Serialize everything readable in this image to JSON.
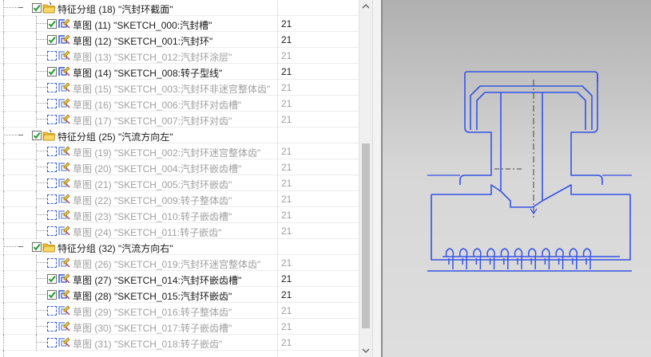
{
  "tree": {
    "rows": [
      {
        "kind": "group",
        "label": "特征分组 (18) \"汽封环截面\"",
        "num": "",
        "active": true
      },
      {
        "kind": "sketch",
        "label": "草图 (11) \"SKETCH_000:汽封槽\"",
        "num": "21",
        "active": true,
        "checked": true
      },
      {
        "kind": "sketch",
        "label": "草图 (12) \"SKETCH_001:汽封环\"",
        "num": "21",
        "active": true,
        "checked": true
      },
      {
        "kind": "sketch",
        "label": "草图 (13) \"SKETCH_012:汽封环涂层\"",
        "num": "21",
        "active": false,
        "checked": false
      },
      {
        "kind": "sketch",
        "label": "草图 (14) \"SKETCH_008:转子型线\"",
        "num": "21",
        "active": true,
        "checked": true
      },
      {
        "kind": "sketch",
        "label": "草图 (15) \"SKETCH_003:汽封环非迷宫整体齿\"",
        "num": "21",
        "active": false,
        "checked": false
      },
      {
        "kind": "sketch",
        "label": "草图 (16) \"SKETCH_006:汽封环对齿槽\"",
        "num": "21",
        "active": false,
        "checked": false
      },
      {
        "kind": "sketch",
        "label": "草图 (17) \"SKETCH_007:汽封环对齿\"",
        "num": "21",
        "active": false,
        "checked": false
      },
      {
        "kind": "group",
        "label": "特征分组 (25) \"汽流方向左\"",
        "num": "",
        "active": true
      },
      {
        "kind": "sketch",
        "label": "草图 (19) \"SKETCH_002:汽封环迷宫整体齿\"",
        "num": "21",
        "active": false,
        "checked": false
      },
      {
        "kind": "sketch",
        "label": "草图 (20) \"SKETCH_004:汽封环嵌齿槽\"",
        "num": "21",
        "active": false,
        "checked": false
      },
      {
        "kind": "sketch",
        "label": "草图 (21) \"SKETCH_005:汽封环嵌齿\"",
        "num": "21",
        "active": false,
        "checked": false
      },
      {
        "kind": "sketch",
        "label": "草图 (22) \"SKETCH_009:转子整体齿\"",
        "num": "21",
        "active": false,
        "checked": false
      },
      {
        "kind": "sketch",
        "label": "草图 (23) \"SKETCH_010:转子嵌齿槽\"",
        "num": "21",
        "active": false,
        "checked": false
      },
      {
        "kind": "sketch",
        "label": "草图 (24) \"SKETCH_011:转子嵌齿\"",
        "num": "21",
        "active": false,
        "checked": false
      },
      {
        "kind": "group",
        "label": "特征分组 (32) \"汽流方向右\"",
        "num": "",
        "active": true
      },
      {
        "kind": "sketch",
        "label": "草图 (26) \"SKETCH_019:汽封环迷宫整体齿\"",
        "num": "21",
        "active": false,
        "checked": false
      },
      {
        "kind": "sketch",
        "label": "草图 (27) \"SKETCH_014:汽封环嵌齿槽\"",
        "num": "21",
        "active": true,
        "checked": true
      },
      {
        "kind": "sketch",
        "label": "草图 (28) \"SKETCH_015:汽封环嵌齿\"",
        "num": "21",
        "active": true,
        "checked": true
      },
      {
        "kind": "sketch",
        "label": "草图 (29) \"SKETCH_016:转子整体齿\"",
        "num": "21",
        "active": false,
        "checked": false
      },
      {
        "kind": "sketch",
        "label": "草图 (30) \"SKETCH_017:转子嵌齿槽\"",
        "num": "21",
        "active": false,
        "checked": false
      },
      {
        "kind": "sketch",
        "label": "草图 (31) \"SKETCH_018:转子嵌齿\"",
        "num": "21",
        "active": false,
        "checked": false
      }
    ]
  },
  "colors": {
    "check_green": "#1f9a2a",
    "sketch_blue": "#2f4fd0",
    "folder_yellow": "#f2c230",
    "line_blue": "#3553e6",
    "centerline": "#444444",
    "disabled_text": "#a0a0a0"
  },
  "icons": {
    "group": "folder-icon",
    "sketch": "sketch-icon",
    "checkbox": "checkbox-icon",
    "scroll_up": "chevron-up-icon",
    "scroll_down": "chevron-down-icon"
  }
}
